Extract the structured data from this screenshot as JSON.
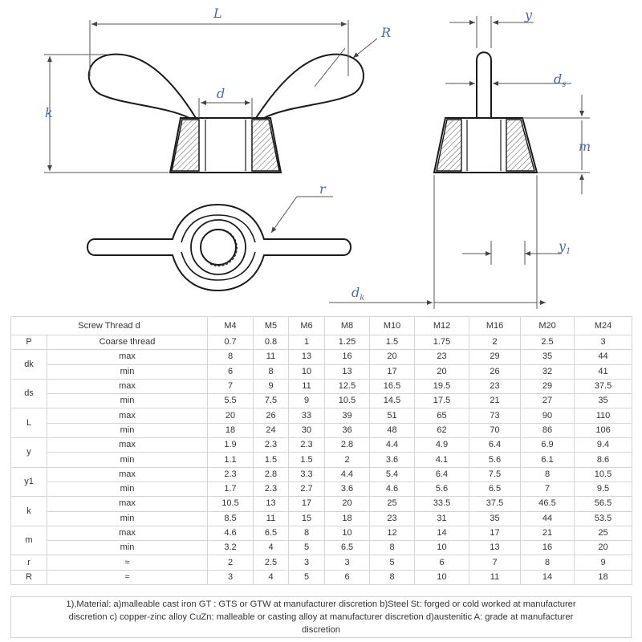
{
  "drawing": {
    "labels": {
      "L": "L",
      "R": "R",
      "d": "d",
      "k": "k",
      "r": "r",
      "y": "y",
      "ds": "d",
      "ds_sub": "s",
      "m": "m",
      "y1": "y",
      "y1_sub": "1",
      "dk": "d",
      "dk_sub": "k"
    },
    "colors": {
      "line": "#1a1a1a",
      "dim": "#555555",
      "label": "#4a6aa8"
    }
  },
  "table": {
    "header": {
      "label": "Screw Thread d",
      "sizes": [
        "M4",
        "M5",
        "M6",
        "M8",
        "M10",
        "M12",
        "M16",
        "M20",
        "M24"
      ]
    },
    "groups": [
      {
        "param": "P",
        "rows": [
          {
            "sub": "Coarse thread",
            "values": [
              "0.7",
              "0.8",
              "1",
              "1.25",
              "1.5",
              "1.75",
              "2",
              "2.5",
              "3"
            ]
          }
        ]
      },
      {
        "param": "dk",
        "rows": [
          {
            "sub": "max",
            "values": [
              "8",
              "11",
              "13",
              "16",
              "20",
              "23",
              "29",
              "35",
              "44"
            ]
          },
          {
            "sub": "min",
            "values": [
              "6",
              "8",
              "10",
              "13",
              "17",
              "20",
              "26",
              "32",
              "41"
            ]
          }
        ]
      },
      {
        "param": "ds",
        "rows": [
          {
            "sub": "max",
            "values": [
              "7",
              "9",
              "11",
              "12.5",
              "16.5",
              "19.5",
              "23",
              "29",
              "37.5"
            ]
          },
          {
            "sub": "min",
            "values": [
              "5.5",
              "7.5",
              "9",
              "10.5",
              "14.5",
              "17.5",
              "21",
              "27",
              "35"
            ]
          }
        ]
      },
      {
        "param": "L",
        "rows": [
          {
            "sub": "max",
            "values": [
              "20",
              "26",
              "33",
              "39",
              "51",
              "65",
              "73",
              "90",
              "110"
            ]
          },
          {
            "sub": "min",
            "values": [
              "18",
              "24",
              "30",
              "36",
              "48",
              "62",
              "70",
              "86",
              "106"
            ]
          }
        ]
      },
      {
        "param": "y",
        "rows": [
          {
            "sub": "max",
            "values": [
              "1.9",
              "2.3",
              "2.3",
              "2.8",
              "4.4",
              "4.9",
              "6.4",
              "6.9",
              "9.4"
            ]
          },
          {
            "sub": "min",
            "values": [
              "1.1",
              "1.5",
              "1.5",
              "2",
              "3.6",
              "4.1",
              "5.6",
              "6.1",
              "8.6"
            ]
          }
        ]
      },
      {
        "param": "y1",
        "rows": [
          {
            "sub": "max",
            "values": [
              "2.3",
              "2.8",
              "3.3",
              "4.4",
              "5.4",
              "6.4",
              "7.5",
              "8",
              "10.5"
            ]
          },
          {
            "sub": "min",
            "values": [
              "1.7",
              "2.3",
              "2.7",
              "3.6",
              "4.6",
              "5.6",
              "6.5",
              "7",
              "9.5"
            ]
          }
        ]
      },
      {
        "param": "k",
        "rows": [
          {
            "sub": "max",
            "values": [
              "10.5",
              "13",
              "17",
              "20",
              "25",
              "33.5",
              "37.5",
              "46.5",
              "56.5"
            ]
          },
          {
            "sub": "min",
            "values": [
              "8.5",
              "11",
              "15",
              "18",
              "23",
              "31",
              "35",
              "44",
              "53.5"
            ]
          }
        ]
      },
      {
        "param": "m",
        "rows": [
          {
            "sub": "max",
            "values": [
              "4.6",
              "6.5",
              "8",
              "10",
              "12",
              "14",
              "17",
              "21",
              "25"
            ]
          },
          {
            "sub": "min",
            "values": [
              "3.2",
              "4",
              "5",
              "6.5",
              "8",
              "10",
              "13",
              "16",
              "20"
            ]
          }
        ]
      },
      {
        "param": "r",
        "rows": [
          {
            "sub": "≈",
            "values": [
              "2",
              "2.5",
              "3",
              "3",
              "5",
              "6",
              "7",
              "8",
              "9"
            ]
          }
        ]
      },
      {
        "param": "R",
        "rows": [
          {
            "sub": "≈",
            "values": [
              "3",
              "4",
              "5",
              "6",
              "8",
              "10",
              "11",
              "14",
              "18"
            ]
          }
        ]
      }
    ]
  },
  "note": {
    "lines": [
      "1),Material: a)malleable cast iron GT : GTS or GTW at manufacturer discretion b)Steel St: forged or cold worked at manufacturer",
      "discretion c) copper-zinc alloy CuZn: malleable or casting alloy at manufacturer discretion d)austenitic A: grade at manufacturer",
      "discretion"
    ]
  }
}
